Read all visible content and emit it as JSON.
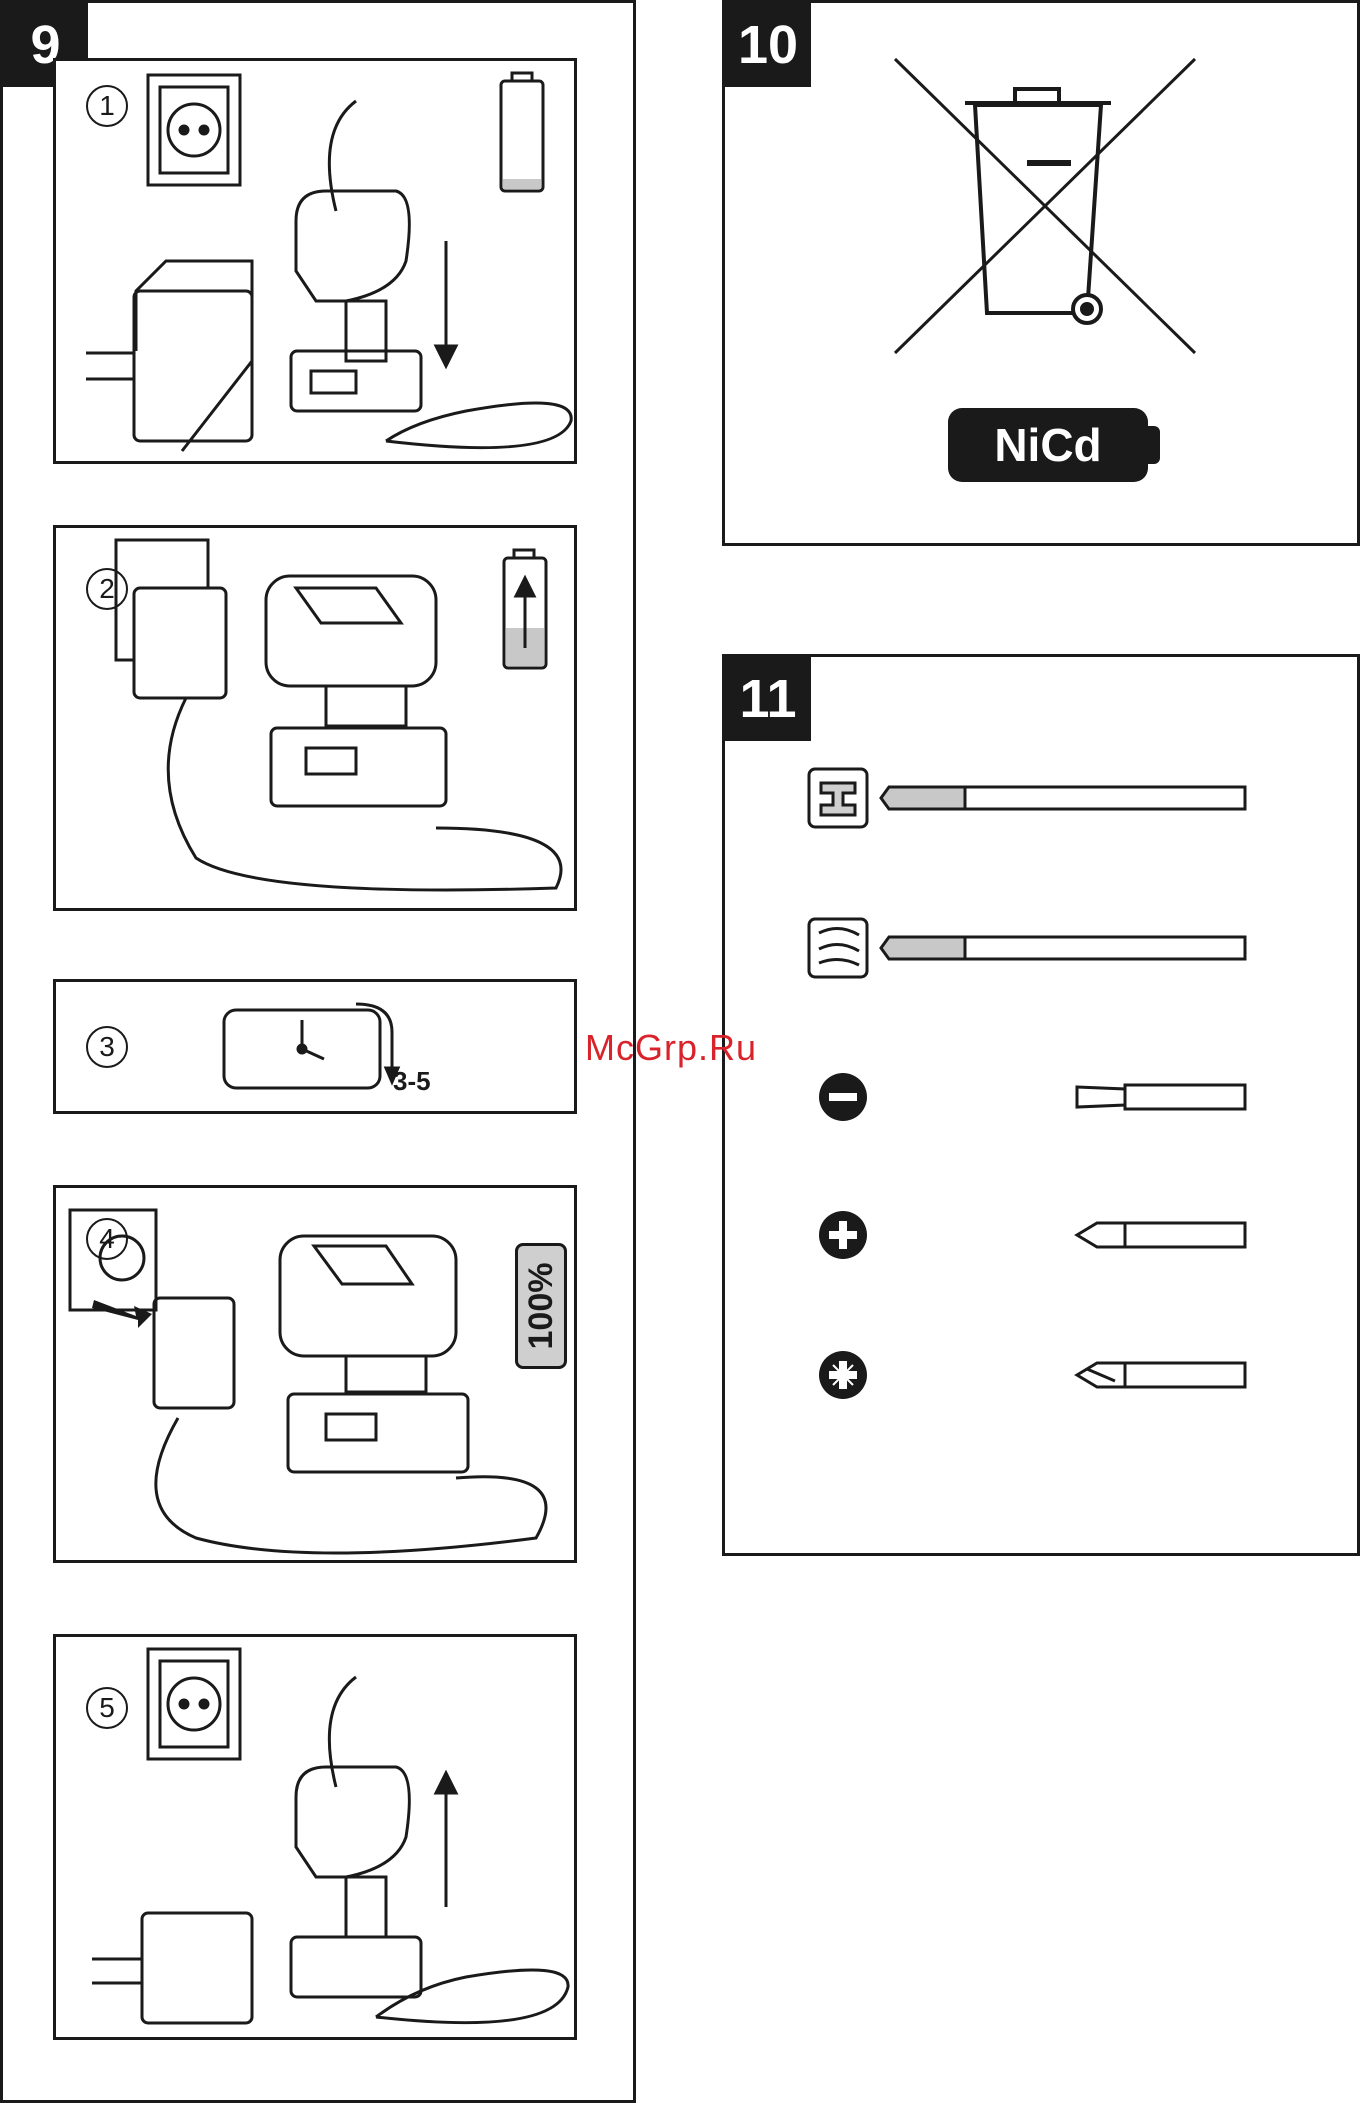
{
  "sections": {
    "s9": {
      "number": "9"
    },
    "s10": {
      "number": "10",
      "battery_label": "NiCd"
    },
    "s11": {
      "number": "11"
    }
  },
  "steps": [
    "1",
    "2",
    "3",
    "4",
    "5"
  ],
  "timer": {
    "label": "3-5"
  },
  "charge_full": {
    "label": "100%"
  },
  "watermark": "McGrp.Ru",
  "icons": {
    "outlet": "outlet-icon",
    "battery": "battery-icon",
    "clock": "clock-icon",
    "bin": "crossed-out-bin-icon",
    "metal": "metal-material-icon",
    "wood": "wood-material-icon",
    "slotted": "slotted-screw-icon",
    "phillips": "phillips-screw-icon",
    "pozidriv": "pozidriv-screw-icon"
  },
  "colors": {
    "ink": "#1a1a1a",
    "watermark": "#d8232a",
    "gray": "#c8c8c8"
  }
}
